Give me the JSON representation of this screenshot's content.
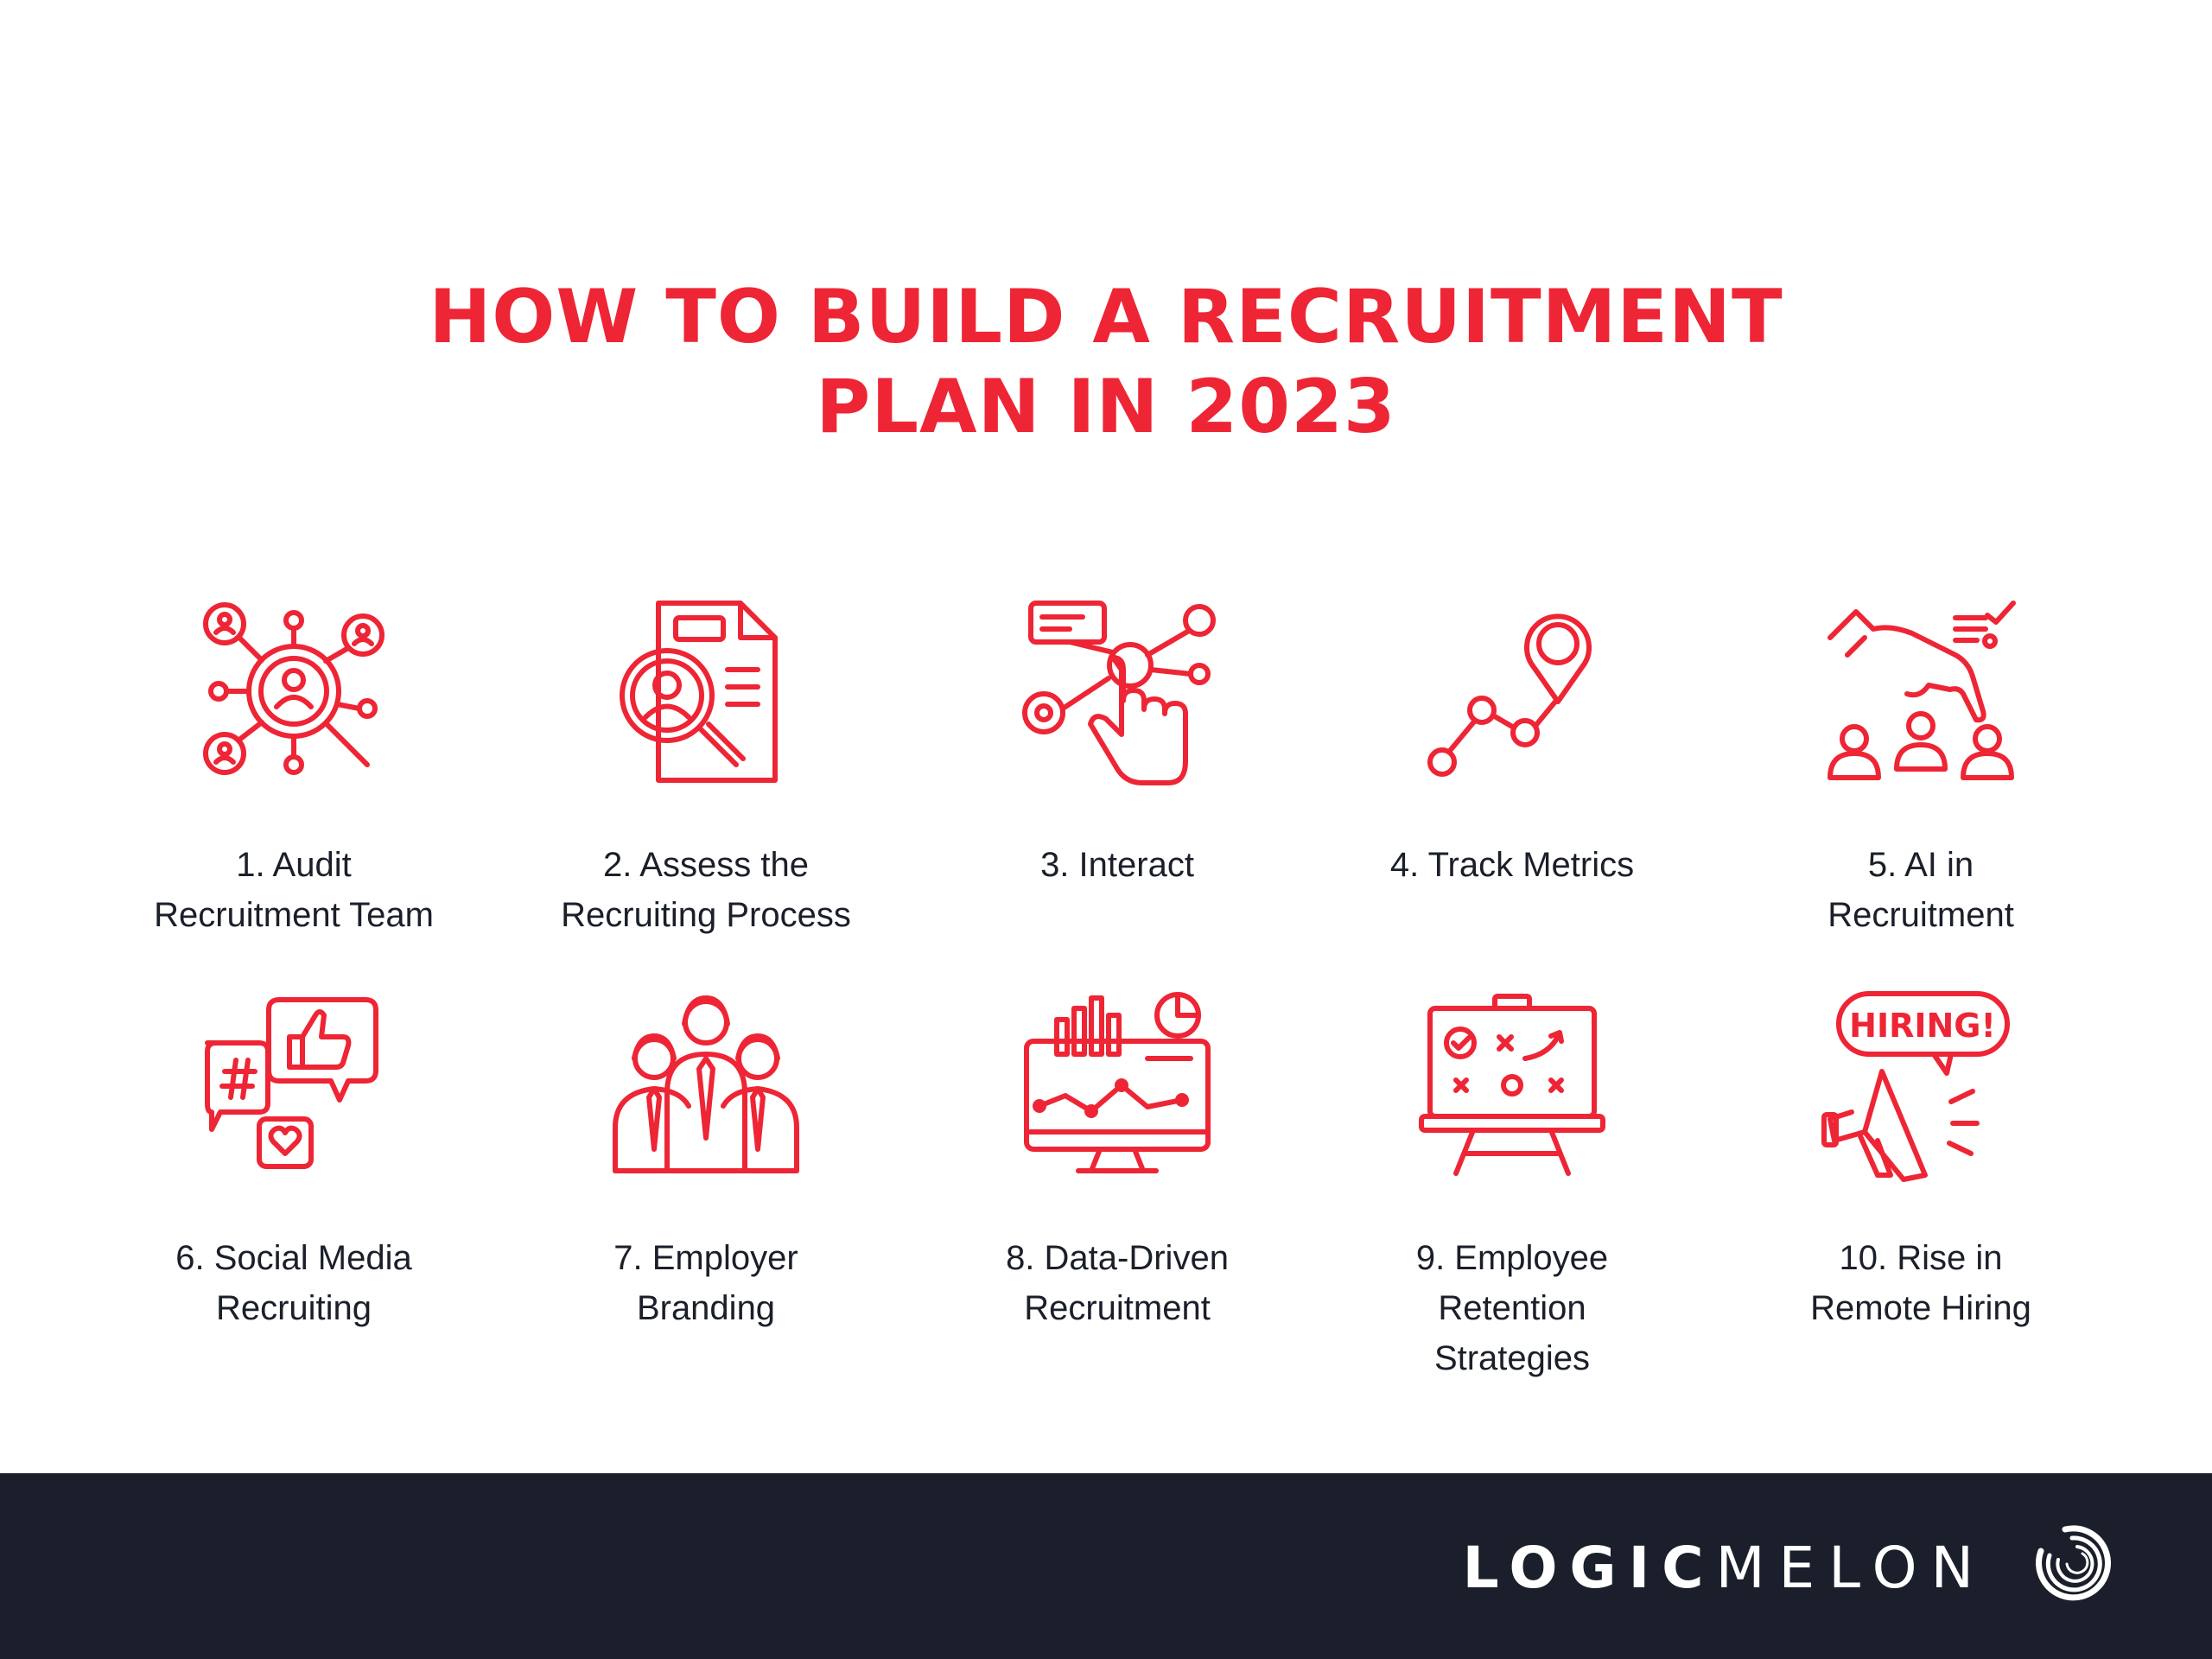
{
  "title": {
    "line1": "HOW TO BUILD A RECRUITMENT",
    "line2": "PLAN IN 2023"
  },
  "accent_color": "#ee2535",
  "footer_color": "#1a1f2b",
  "items": [
    {
      "icon": "network-search-icon",
      "line1": "1. Audit",
      "line2": "Recruitment Team"
    },
    {
      "icon": "resume-search-icon",
      "line1": "2. Assess the",
      "line2": "Recruiting Process"
    },
    {
      "icon": "touch-network-icon",
      "line1": "3. Interact"
    },
    {
      "icon": "location-path-icon",
      "line1": "4. Track Metrics"
    },
    {
      "icon": "hand-select-people-icon",
      "line1": "5. AI in",
      "line2": "Recruitment"
    },
    {
      "icon": "social-media-icon",
      "line1": "6. Social Media",
      "line2": "Recruiting"
    },
    {
      "icon": "team-icon",
      "line1": "7. Employer",
      "line2": "Branding"
    },
    {
      "icon": "monitor-chart-icon",
      "line1": "8. Data-Driven",
      "line2": "Recruitment"
    },
    {
      "icon": "strategy-board-icon",
      "line1": "9. Employee",
      "line2": "Retention",
      "line3": "Strategies"
    },
    {
      "icon": "megaphone-hiring-icon",
      "line1": "10. Rise in",
      "line2": "Remote Hiring",
      "badge": "HIRING!"
    }
  ],
  "footer": {
    "brand_bold": "LOGIC",
    "brand_light": "MELON"
  }
}
